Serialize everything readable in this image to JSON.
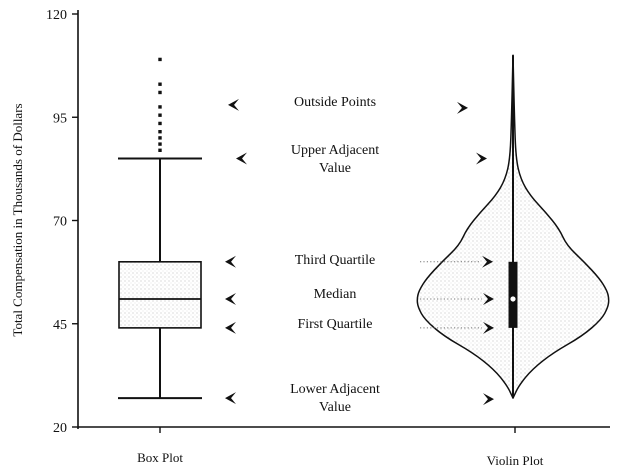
{
  "chart_data": {
    "type": "box-violin",
    "ylabel": "Total Compensation in Thousands of Dollars",
    "ylim": [
      20,
      120
    ],
    "yticks": [
      20,
      45,
      70,
      95,
      120
    ],
    "categories": [
      "Box Plot",
      "Violin Plot"
    ],
    "box": {
      "lower_adjacent": 27,
      "first_quartile": 44,
      "median": 51,
      "third_quartile": 60,
      "upper_adjacent": 85,
      "outside_points": [
        87,
        88.5,
        90,
        91.5,
        93.5,
        95.5,
        97.5,
        101,
        103,
        109
      ]
    },
    "violin": {
      "min": 27,
      "max": 110,
      "median": 51,
      "first_quartile": 44,
      "third_quartile": 60,
      "density_profile": [
        {
          "y": 27,
          "w": 0.0
        },
        {
          "y": 30,
          "w": 0.06
        },
        {
          "y": 34,
          "w": 0.2
        },
        {
          "y": 38,
          "w": 0.42
        },
        {
          "y": 42,
          "w": 0.72
        },
        {
          "y": 46,
          "w": 0.92
        },
        {
          "y": 49,
          "w": 0.99
        },
        {
          "y": 51,
          "w": 1.0
        },
        {
          "y": 53,
          "w": 0.98
        },
        {
          "y": 56,
          "w": 0.9
        },
        {
          "y": 60,
          "w": 0.74
        },
        {
          "y": 64,
          "w": 0.56
        },
        {
          "y": 68,
          "w": 0.48
        },
        {
          "y": 72,
          "w": 0.34
        },
        {
          "y": 76,
          "w": 0.18
        },
        {
          "y": 80,
          "w": 0.08
        },
        {
          "y": 85,
          "w": 0.03
        },
        {
          "y": 95,
          "w": 0.015
        },
        {
          "y": 110,
          "w": 0.0
        }
      ]
    },
    "annotations": [
      {
        "id": "outside",
        "lines": [
          "Outside Points"
        ],
        "y": 98
      },
      {
        "id": "upper",
        "lines": [
          "Upper Adjacent",
          "Value"
        ],
        "y": 85
      },
      {
        "id": "q3",
        "lines": [
          "Third Quartile"
        ],
        "y": 60
      },
      {
        "id": "median",
        "lines": [
          "Median"
        ],
        "y": 51
      },
      {
        "id": "q1",
        "lines": [
          "First Quartile"
        ],
        "y": 44
      },
      {
        "id": "lower",
        "lines": [
          "Lower Adjacent",
          "Value"
        ],
        "y": 27
      }
    ]
  }
}
